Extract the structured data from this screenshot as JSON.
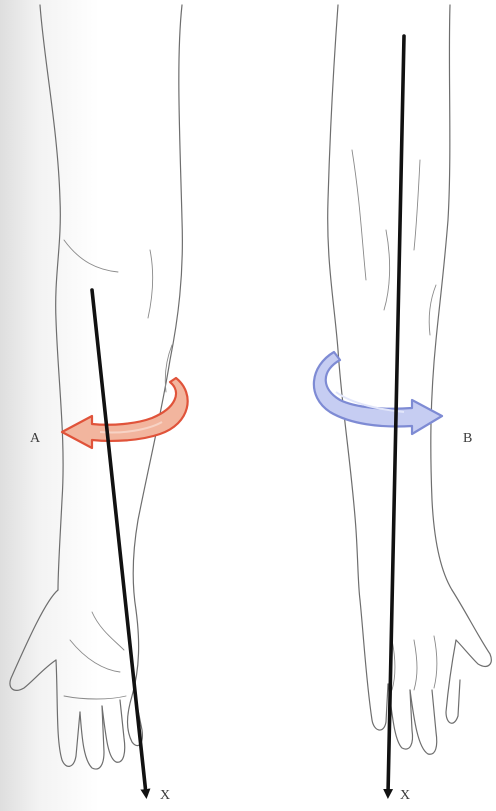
{
  "labels": {
    "left_rotation": "A",
    "right_rotation": "B",
    "left_axis": "X",
    "right_axis": "X"
  },
  "colors": {
    "rotation_a_stroke": "#e0533a",
    "rotation_a_fill": "#f2b59e",
    "rotation_b_stroke": "#7e8bd4",
    "rotation_b_fill": "#c6cdf2",
    "axis": "#111111",
    "outline": "#6e6e6e"
  }
}
